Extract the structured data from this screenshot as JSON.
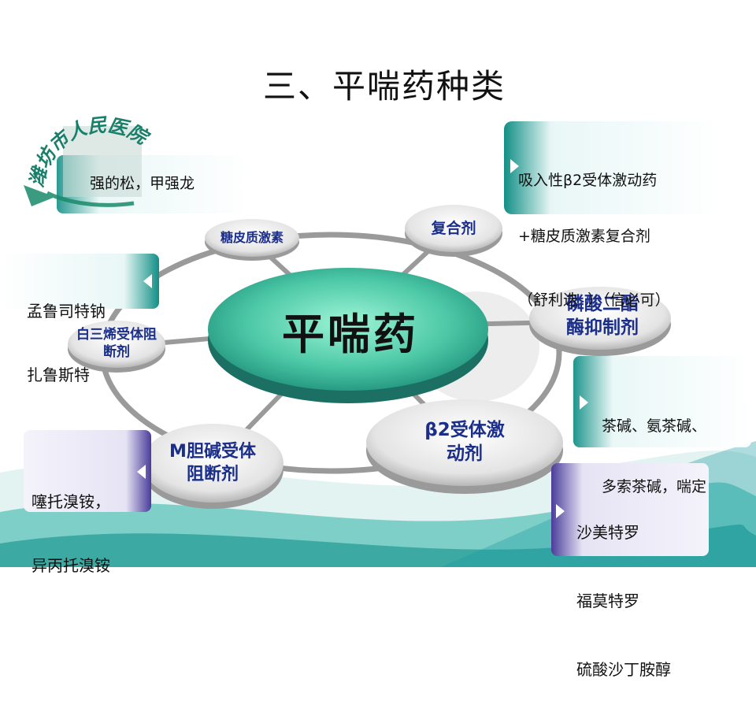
{
  "title": "三、平喘药种类",
  "logo_text": "潍坊市人民医院",
  "center": "平喘药",
  "nodes": {
    "glucocorticoid": "糖皮质激素",
    "combination": "复合剂",
    "pde": [
      "磷酸二酯",
      "酶抑制剂"
    ],
    "beta2": [
      "β2受体激",
      "动剂"
    ],
    "mcholine": [
      "M胆碱受体",
      "阻断剂"
    ],
    "leukotriene": [
      "白三烯受体阻",
      "断剂"
    ]
  },
  "boxes": {
    "steroids": "强的松，甲强龙",
    "combo_drugs": [
      "吸入性β2受体激动药",
      "+糖皮质激素复合剂",
      "（舒利迭  ）（信必可）"
    ],
    "leukotriene_drugs": [
      "孟鲁司特钠",
      "扎鲁斯特"
    ],
    "theophylline": [
      "茶碱、氨茶碱、",
      "多索茶碱，喘定"
    ],
    "anticholinergic": [
      "噻托溴铵，",
      "异丙托溴铵"
    ],
    "beta2_drugs": [
      "沙美特罗",
      "福莫特罗",
      "硫酸沙丁胺醇"
    ]
  },
  "colors": {
    "teal": "#1a9a90",
    "lavender": "#5040a0",
    "light_teal": "#d8f1f1",
    "node_text": "#1b2f8a"
  }
}
